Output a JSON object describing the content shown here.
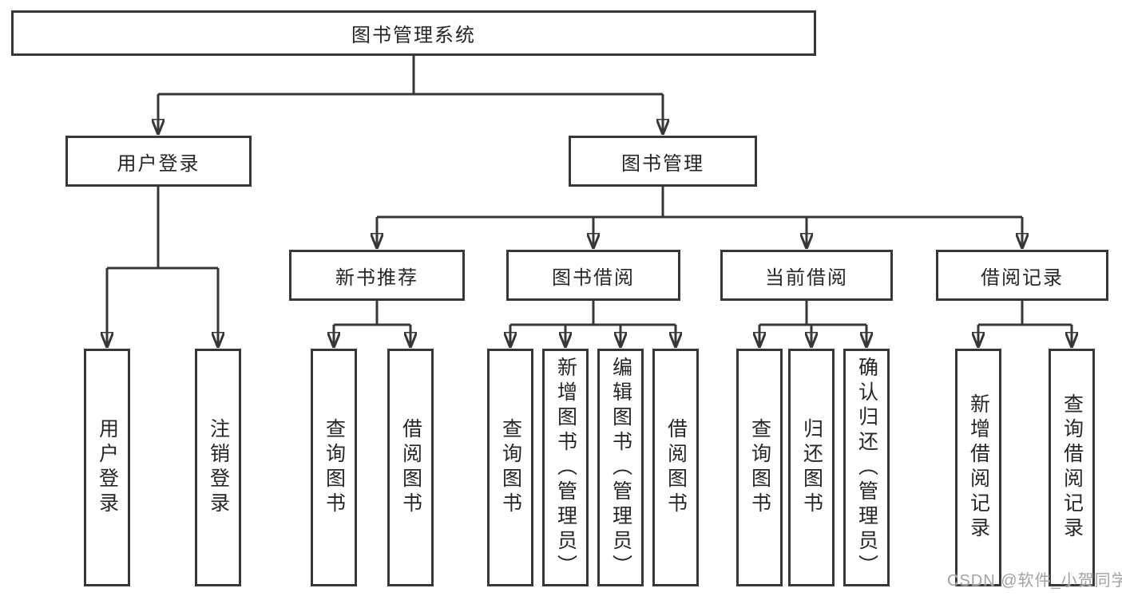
{
  "tree": {
    "label": "图书管理系统",
    "children": [
      {
        "label": "用户登录",
        "children": [
          {
            "label": "用户登录"
          },
          {
            "label": "注销登录"
          }
        ]
      },
      {
        "label": "图书管理",
        "children": [
          {
            "label": "新书推荐",
            "children": [
              {
                "label": "查询图书"
              },
              {
                "label": "借阅图书"
              }
            ]
          },
          {
            "label": "图书借阅",
            "children": [
              {
                "label": "查询图书"
              },
              {
                "label": "新增图书（管理员）"
              },
              {
                "label": "编辑图书（管理员）"
              },
              {
                "label": "借阅图书"
              }
            ]
          },
          {
            "label": "当前借阅",
            "children": [
              {
                "label": "查询图书"
              },
              {
                "label": "归还图书"
              },
              {
                "label": "确认归还（管理员）"
              }
            ]
          },
          {
            "label": "借阅记录",
            "children": [
              {
                "label": "新增借阅记录"
              },
              {
                "label": "查询借阅记录"
              }
            ]
          }
        ]
      }
    ]
  },
  "watermark": {
    "text": "CSDN @软件_小贺同学"
  },
  "colors": {
    "line": "#373737",
    "text": "#262626",
    "watermark": "#a3a3a3",
    "background": "#ffffff"
  }
}
